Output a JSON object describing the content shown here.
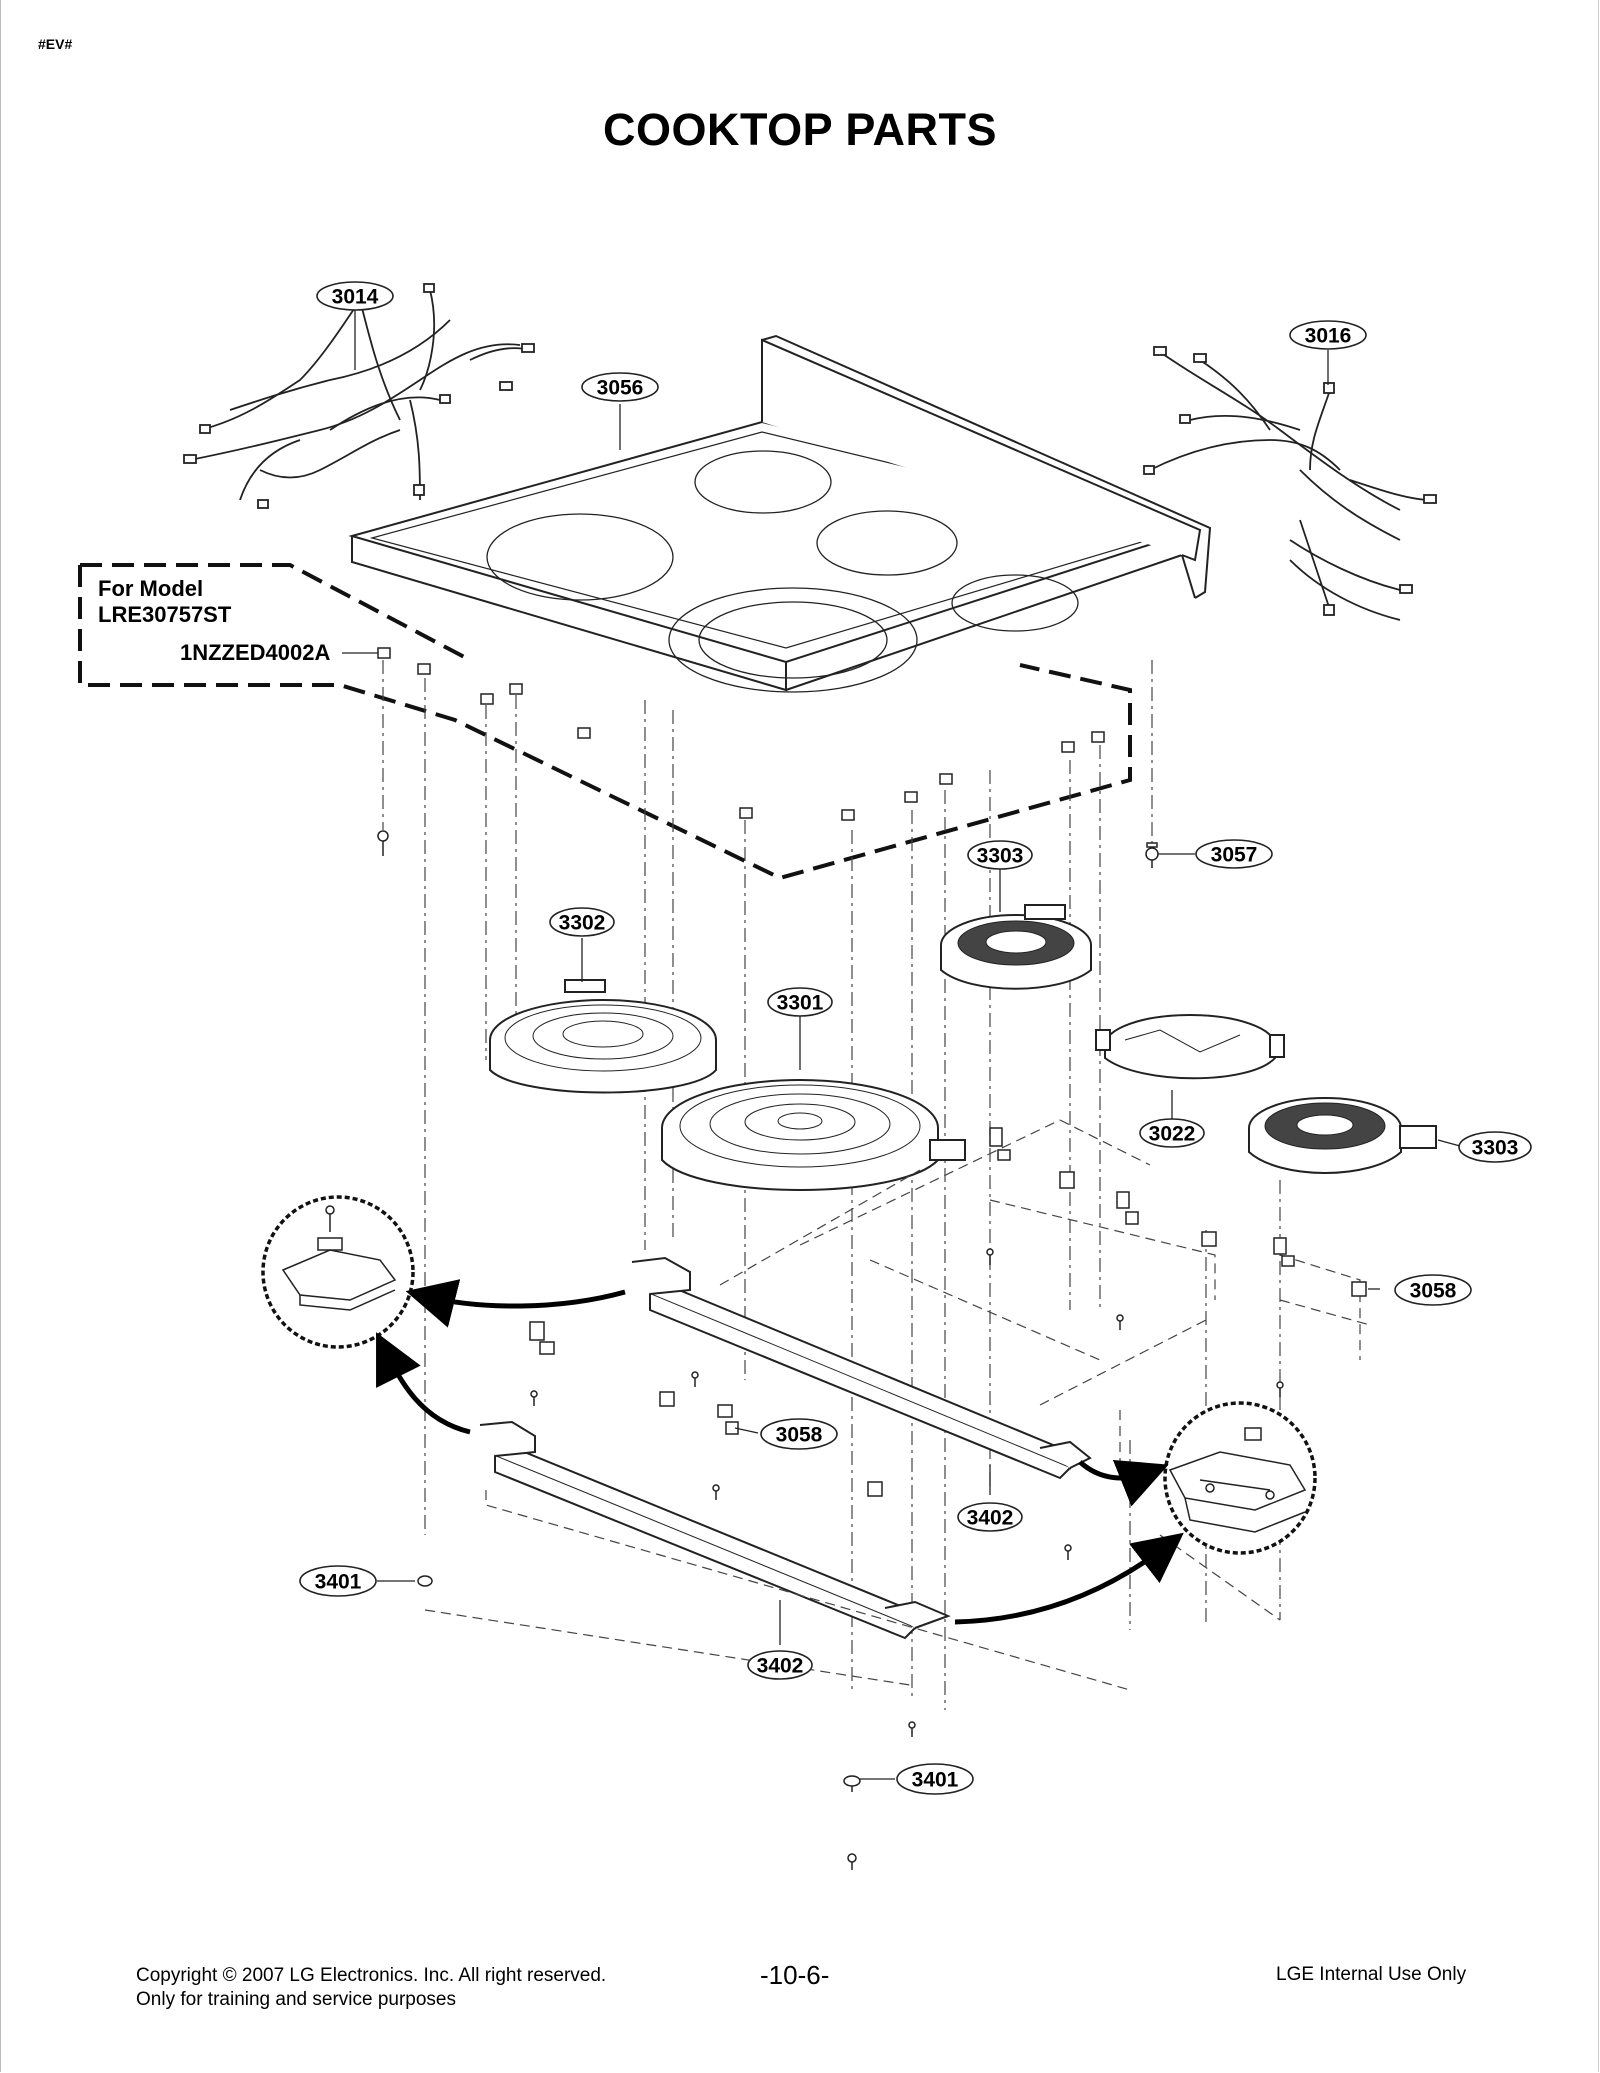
{
  "doc_tag": "#EV#",
  "title": "COOKTOP PARTS",
  "model_note": {
    "line1": "For Model",
    "line2": "LRE30757ST",
    "part": "1NZZED4002A"
  },
  "callouts": {
    "c3014": "3014",
    "c3016": "3016",
    "c3056": "3056",
    "c3057": "3057",
    "c3303a": "3303",
    "c3303b": "3303",
    "c3302": "3302",
    "c3301": "3301",
    "c3022": "3022",
    "c3058a": "3058",
    "c3058b": "3058",
    "c3402a": "3402",
    "c3402b": "3402",
    "c3401a": "3401",
    "c3401b": "3401"
  },
  "footer": {
    "copyright": "Copyright © 2007 LG Electronics. Inc. All right reserved.",
    "training": "Only for training and service purposes",
    "page_number": "-10-6-",
    "internal": "LGE Internal Use Only"
  }
}
